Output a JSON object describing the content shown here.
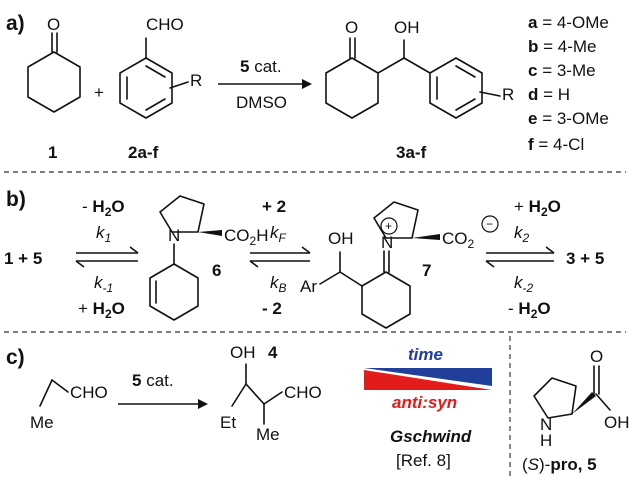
{
  "panel_a": {
    "label": "a)",
    "cmpd1_num": "1",
    "plus": "+",
    "cho": "CHO",
    "r": "R",
    "cmpd2_num": "2a-f",
    "catalyst_num": "5",
    "catalyst_txt": "cat.",
    "solvent": "DMSO",
    "o": "O",
    "oh": "OH",
    "cmpd3_num": "3a-f",
    "subs": [
      {
        "letter": "a",
        "value": "= 4-OMe"
      },
      {
        "letter": "b",
        "value": "= 4-Me"
      },
      {
        "letter": "c",
        "value": "= 3-Me"
      },
      {
        "letter": "d",
        "value": "= H"
      },
      {
        "letter": "e",
        "value": "= 3-OMe"
      },
      {
        "letter": "f",
        "value": "= 4-Cl"
      }
    ]
  },
  "panel_b": {
    "label": "b)",
    "left": "1 + 5",
    "h2o": "H",
    "h2o_sub": "2",
    "h2o_o": "O",
    "minus": "-",
    "plus": "+",
    "k": "k",
    "k1": "1",
    "km1": "-1",
    "kF": "F",
    "kB": "B",
    "k2": "2",
    "km2": "-2",
    "plus2": "+ 2",
    "minus2": "- 2",
    "n": "N",
    "co2h": "CO",
    "co2h_sub": "2",
    "co2h_h": "H",
    "cmpd6": "6",
    "cmpd7": "7",
    "oh": "OH",
    "ar": "Ar",
    "co2m": "CO",
    "co2m_sub": "2",
    "plus_charge": "+",
    "minus_charge": "−",
    "right": "3 + 5"
  },
  "panel_c": {
    "label": "c)",
    "cho": "CHO",
    "me": "Me",
    "catalyst_num": "5",
    "catalyst_txt": "cat.",
    "oh": "OH",
    "cmpd4": "4",
    "et": "Et",
    "time": "time",
    "antisyn": "anti:syn",
    "author": "Gschwind",
    "ref": "[Ref. 8]",
    "pro_o": "O",
    "pro_oh": "OH",
    "pro_nh": "N",
    "pro_h": "H",
    "pro_name_pre": "(",
    "pro_name_s": "S",
    "pro_name_post": ")-",
    "pro_word": "pro",
    "pro_num": ", 5"
  },
  "colors": {
    "time_blue": "#1f3f9a",
    "anti_red": "#e21b1b",
    "ink": "#111111"
  }
}
